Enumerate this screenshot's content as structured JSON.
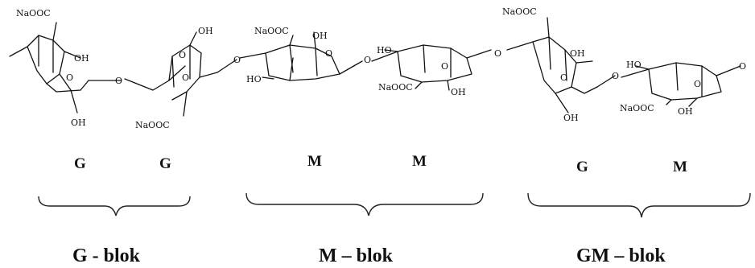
{
  "labels": {
    "nacooc": "NaOOC",
    "oh": "OH",
    "ho": "HO",
    "o": "O"
  },
  "units": [
    "G",
    "G",
    "M",
    "M",
    "G",
    "M"
  ],
  "blocks": [
    "G - blok",
    "M – blok",
    "GM – blok"
  ]
}
